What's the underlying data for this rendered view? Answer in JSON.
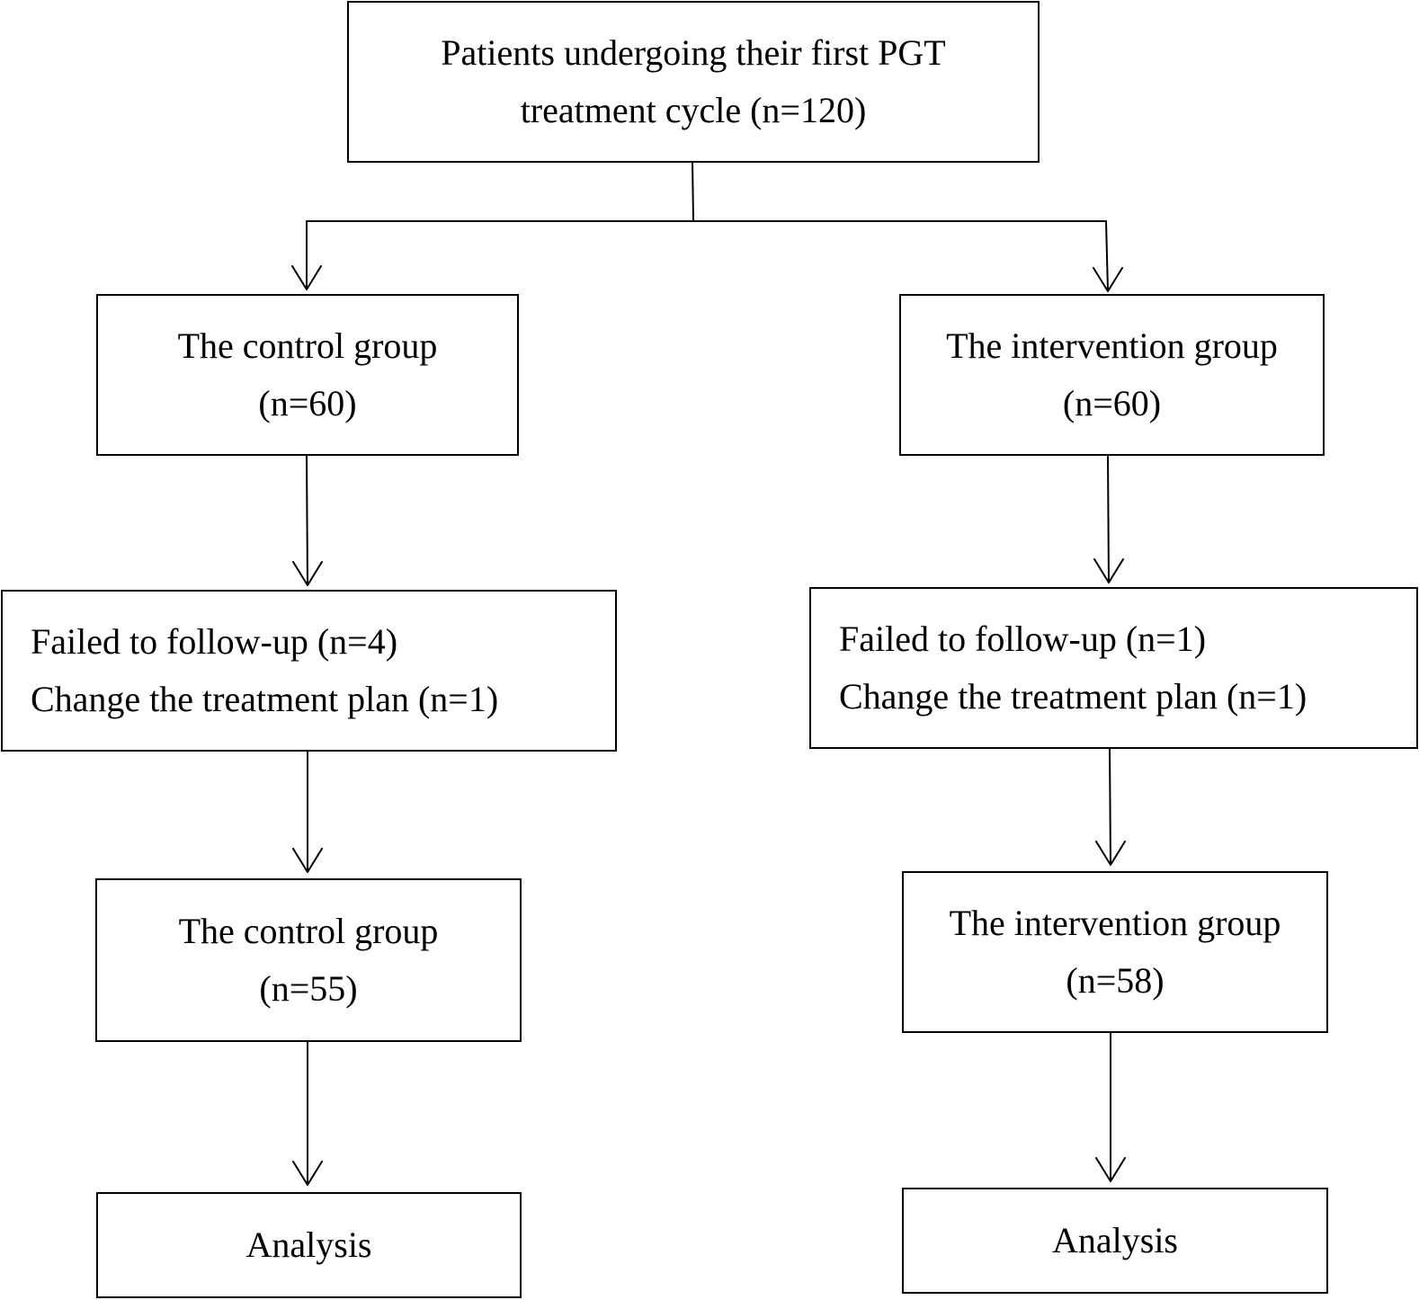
{
  "top": {
    "line1": "Patients undergoing their first PGT",
    "line2": "treatment cycle (n=120)"
  },
  "left": {
    "group": {
      "line1": "The control group",
      "line2": "(n=60)"
    },
    "exclusions": {
      "line1": "Failed to follow-up (n=4)",
      "line2": "Change the treatment plan (n=1)"
    },
    "final": {
      "line1": "The control group",
      "line2": "(n=55)"
    },
    "analysis": "Analysis"
  },
  "right": {
    "group": {
      "line1": "The intervention group",
      "line2": "(n=60)"
    },
    "exclusions": {
      "line1": "Failed to follow-up (n=1)",
      "line2": "Change the treatment plan (n=1)"
    },
    "final": {
      "line1": "The intervention group",
      "line2": "(n=58)"
    },
    "analysis": "Analysis"
  },
  "colors": {
    "line": "#000000",
    "background": "#ffffff"
  }
}
